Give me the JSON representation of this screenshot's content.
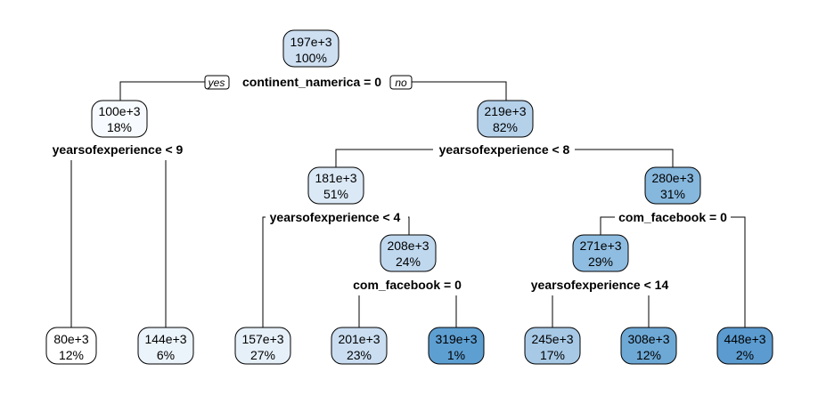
{
  "tree": {
    "nodes": [
      {
        "id": "n1",
        "value": "197e+3",
        "pct": "100%",
        "fill": "#cddff1"
      },
      {
        "id": "n2",
        "value": "100e+3",
        "pct": "18%",
        "fill": "#f7fbff"
      },
      {
        "id": "n3",
        "value": "219e+3",
        "pct": "82%",
        "fill": "#b5d1ea"
      },
      {
        "id": "n4",
        "value": "181e+3",
        "pct": "51%",
        "fill": "#dbe9f6"
      },
      {
        "id": "n5",
        "value": "280e+3",
        "pct": "31%",
        "fill": "#86b7dd"
      },
      {
        "id": "n6",
        "value": "208e+3",
        "pct": "24%",
        "fill": "#c0d8ee"
      },
      {
        "id": "n7",
        "value": "271e+3",
        "pct": "29%",
        "fill": "#8fbde1"
      },
      {
        "id": "l1",
        "value": "80e+3",
        "pct": "12%",
        "fill": "#ffffff"
      },
      {
        "id": "l2",
        "value": "144e+3",
        "pct": "6%",
        "fill": "#ebf3fb"
      },
      {
        "id": "l3",
        "value": "157e+3",
        "pct": "27%",
        "fill": "#e6f0f9"
      },
      {
        "id": "l4",
        "value": "201e+3",
        "pct": "23%",
        "fill": "#cbdef1"
      },
      {
        "id": "l5",
        "value": "319e+3",
        "pct": "1%",
        "fill": "#5e9fd2"
      },
      {
        "id": "l6",
        "value": "245e+3",
        "pct": "17%",
        "fill": "#a7c9e6"
      },
      {
        "id": "l7",
        "value": "308e+3",
        "pct": "12%",
        "fill": "#6ea9d6"
      },
      {
        "id": "l8",
        "value": "448e+3",
        "pct": "2%",
        "fill": "#5b9bd0"
      }
    ],
    "splits": [
      {
        "id": "s1",
        "text": "continent_namerica = 0"
      },
      {
        "id": "s2",
        "text": "yearsofexperience < 9"
      },
      {
        "id": "s3",
        "text": "yearsofexperience < 8"
      },
      {
        "id": "s4",
        "text": "yearsofexperience < 4"
      },
      {
        "id": "s5",
        "text": "com_facebook = 0"
      },
      {
        "id": "s6",
        "text": "com_facebook = 0"
      },
      {
        "id": "s7",
        "text": "yearsofexperience < 14"
      }
    ],
    "yes_label": "yes",
    "no_label": "no"
  }
}
